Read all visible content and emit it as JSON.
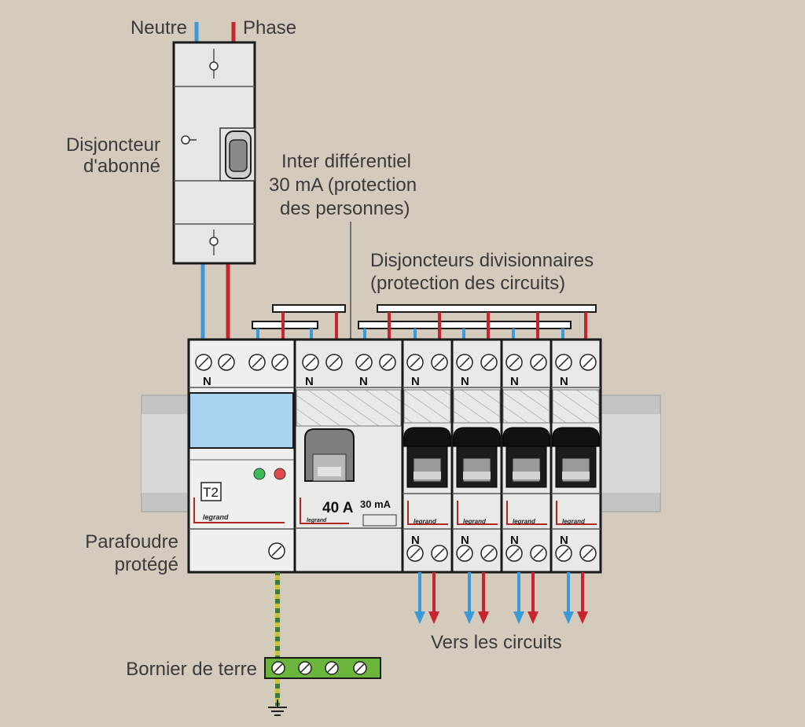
{
  "labels": {
    "neutre": "Neutre",
    "phase": "Phase",
    "disjoncteur_line1": "Disjoncteur",
    "disjoncteur_line2": "d'abonné",
    "inter_line1": "Inter différentiel",
    "inter_line2": "30 mA (protection",
    "inter_line3": "des personnes)",
    "divisionnaires_line1": "Disjoncteurs divisionnaires",
    "divisionnaires_line2": "(protection des circuits)",
    "parafoudre_line1": "Parafoudre",
    "parafoudre_line2": "protégé",
    "vers_circuits": "Vers les circuits",
    "bornier": "Bornier de terre"
  },
  "devices": {
    "parafoudre_class": "T2",
    "inter_rating": "40 A",
    "inter_sensitivity": "30 mA",
    "brand": "legrand",
    "neutral_mark": "N"
  },
  "colors": {
    "background": "#d5cbbd",
    "neutral_wire": "#3a9ad6",
    "phase_wire": "#c8242f",
    "earth_wire": "#c9c43a",
    "earth_bar": "#6bb53d",
    "module_body": "#ebebea",
    "window_blue": "#a8d4f2",
    "outline": "#1a1a1a"
  },
  "icons": [
    "ground-icon",
    "screw-terminal-icon",
    "led-indicator-icon",
    "arrow-down-icon"
  ]
}
